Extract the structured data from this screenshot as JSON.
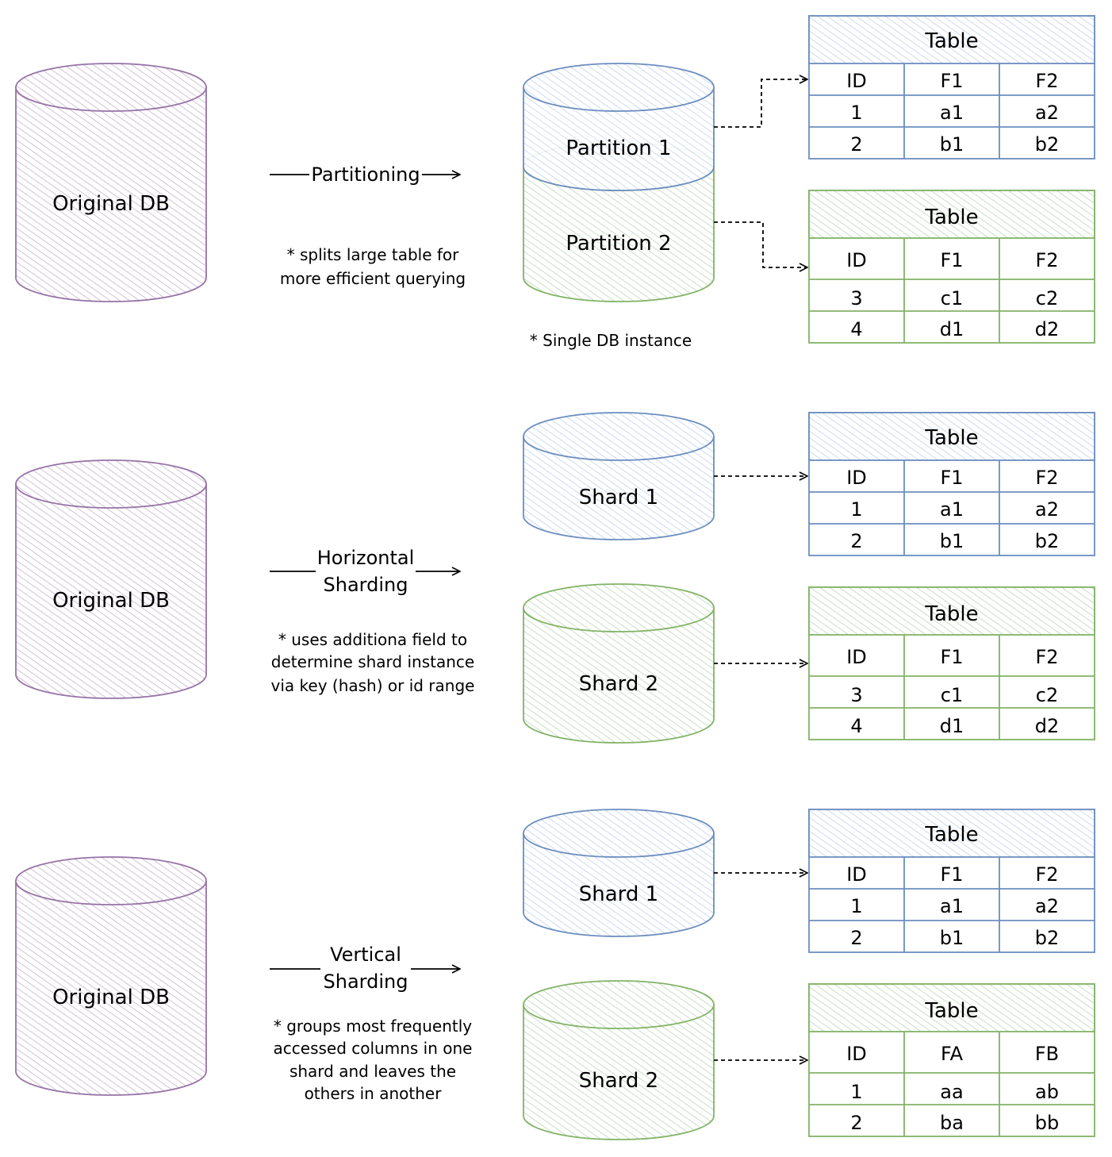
{
  "colors": {
    "purple_stroke": "#9673a6",
    "purple_fill": "#e1d5e7",
    "blue_stroke": "#6c8ebf",
    "blue_fill": "#dae8fc",
    "green_stroke": "#82b366",
    "green_fill": "#d5e8d4"
  },
  "sections": [
    {
      "source": "Original DB",
      "arrow_label": [
        "Partitioning"
      ],
      "note": [
        "* splits large table for",
        "more efficient querying"
      ],
      "targets": [
        "Partition 1",
        "Partition 2"
      ],
      "target_note": "* Single DB instance",
      "tables": [
        {
          "title": "Table",
          "headers": [
            "ID",
            "F1",
            "F2"
          ],
          "rows": [
            [
              "1",
              "a1",
              "a2"
            ],
            [
              "2",
              "b1",
              "b2"
            ]
          ]
        },
        {
          "title": "Table",
          "headers": [
            "ID",
            "F1",
            "F2"
          ],
          "rows": [
            [
              "3",
              "c1",
              "c2"
            ],
            [
              "4",
              "d1",
              "d2"
            ]
          ]
        }
      ]
    },
    {
      "source": "Original DB",
      "arrow_label": [
        "Horizontal",
        "Sharding"
      ],
      "note": [
        "* uses additiona field to",
        "determine shard instance",
        "via key (hash) or id range"
      ],
      "targets": [
        "Shard 1",
        "Shard 2"
      ],
      "tables": [
        {
          "title": "Table",
          "headers": [
            "ID",
            "F1",
            "F2"
          ],
          "rows": [
            [
              "1",
              "a1",
              "a2"
            ],
            [
              "2",
              "b1",
              "b2"
            ]
          ]
        },
        {
          "title": "Table",
          "headers": [
            "ID",
            "F1",
            "F2"
          ],
          "rows": [
            [
              "3",
              "c1",
              "c2"
            ],
            [
              "4",
              "d1",
              "d2"
            ]
          ]
        }
      ]
    },
    {
      "source": "Original DB",
      "arrow_label": [
        "Vertical",
        "Sharding"
      ],
      "note": [
        "* groups most frequently",
        "accessed columns in one",
        "shard and leaves the",
        "others in another"
      ],
      "targets": [
        "Shard 1",
        "Shard 2"
      ],
      "tables": [
        {
          "title": "Table",
          "headers": [
            "ID",
            "F1",
            "F2"
          ],
          "rows": [
            [
              "1",
              "a1",
              "a2"
            ],
            [
              "2",
              "b1",
              "b2"
            ]
          ]
        },
        {
          "title": "Table",
          "headers": [
            "ID",
            "FA",
            "FB"
          ],
          "rows": [
            [
              "1",
              "aa",
              "ab"
            ],
            [
              "2",
              "ba",
              "bb"
            ]
          ]
        }
      ]
    }
  ]
}
